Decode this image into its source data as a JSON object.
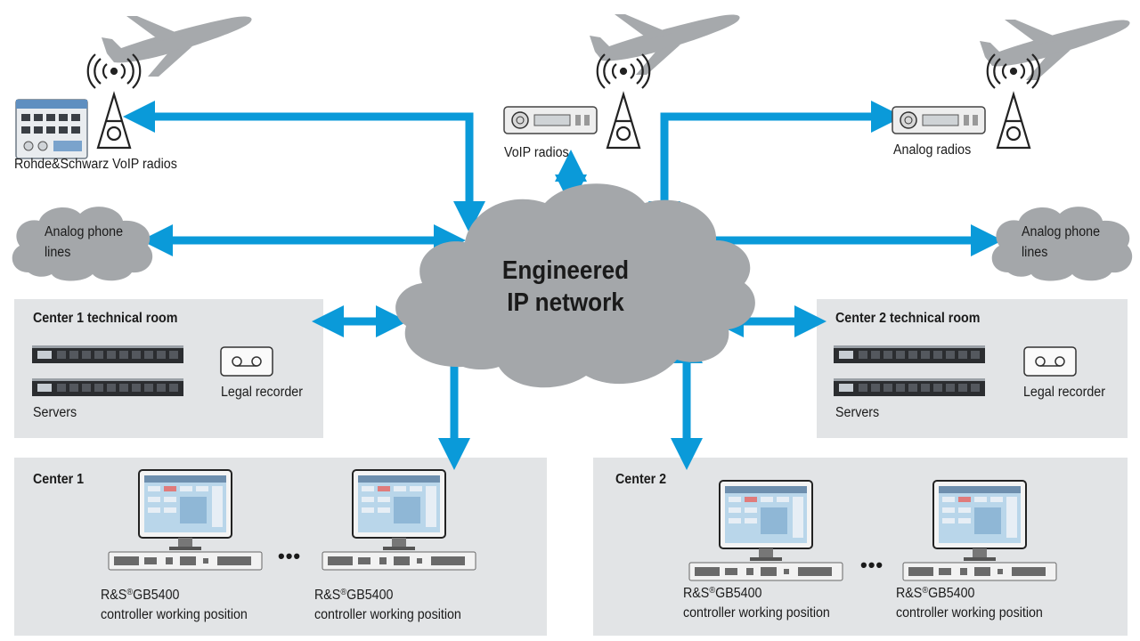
{
  "network": {
    "line1": "Engineered",
    "line2": "IP network"
  },
  "radios": {
    "rs_voip": "Rohde&Schwarz VoIP radios",
    "voip": "VoIP radios",
    "analog": "Analog radios"
  },
  "phone_lines": {
    "left": [
      "Analog phone",
      "lines"
    ],
    "right": [
      "Analog phone",
      "lines"
    ]
  },
  "tech_rooms": [
    {
      "title": "Center 1 technical room",
      "servers": "Servers",
      "recorder": "Legal recorder"
    },
    {
      "title": "Center 2 technical room",
      "servers": "Servers",
      "recorder": "Legal recorder"
    }
  ],
  "centers": [
    {
      "title": "Center 1",
      "positions": [
        {
          "brand": "R&S",
          "reg": "®",
          "model": "GB5400",
          "desc": "controller working position"
        },
        {
          "brand": "R&S",
          "reg": "®",
          "model": "GB5400",
          "desc": "controller working position"
        }
      ]
    },
    {
      "title": "Center 2",
      "positions": [
        {
          "brand": "R&S",
          "reg": "®",
          "model": "GB5400",
          "desc": "controller working position"
        },
        {
          "brand": "R&S",
          "reg": "®",
          "model": "GB5400",
          "desc": "controller working position"
        }
      ]
    }
  ],
  "ellipsis": "•••",
  "colors": {
    "link": "#0a9ad9",
    "cloud": "#a4a7aa",
    "panel": "#e2e4e6",
    "aircraft": "#a6a9ac"
  }
}
